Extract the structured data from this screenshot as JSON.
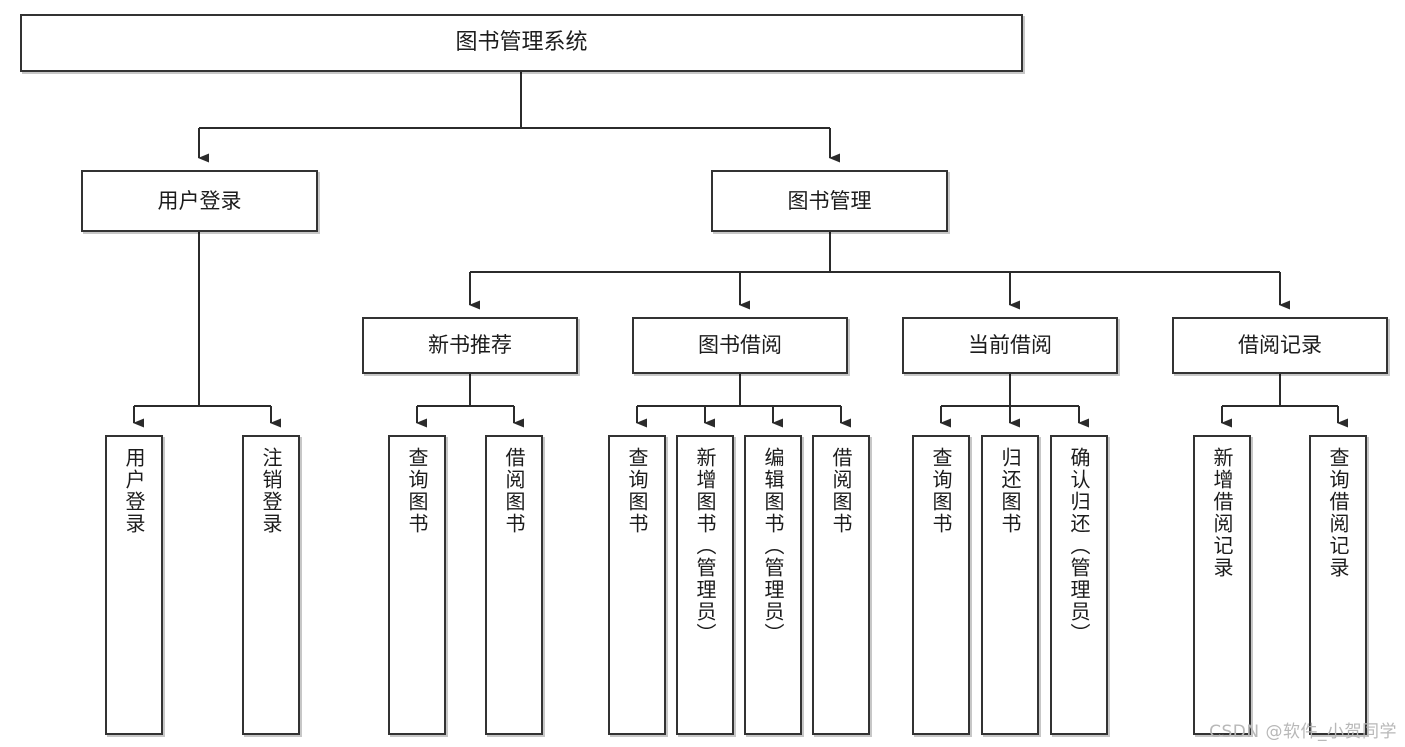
{
  "diagram": {
    "type": "tree-hierarchy",
    "title": "图书管理系统",
    "watermark": "CSDN @软件_小贺同学",
    "colors": {
      "box_border": "#333333",
      "box_fill": "#ffffff",
      "edge": "#2b2b2b",
      "text": "#1c1c1c",
      "watermark": "#b8b8b8"
    },
    "levels": {
      "root": {
        "label": "图书管理系统"
      },
      "level2": [
        {
          "id": "user-login",
          "label": "用户登录"
        },
        {
          "id": "book-manage",
          "label": "图书管理"
        }
      ],
      "level3": [
        {
          "id": "new-book-rec",
          "label": "新书推荐"
        },
        {
          "id": "book-borrow",
          "label": "图书借阅"
        },
        {
          "id": "current-borrow",
          "label": "当前借阅"
        },
        {
          "id": "borrow-record",
          "label": "借阅记录"
        }
      ],
      "leaves": [
        {
          "id": "leaf-user-login",
          "label": "用户登录",
          "parent": "user-login"
        },
        {
          "id": "leaf-logout",
          "label": "注销登录",
          "parent": "user-login"
        },
        {
          "id": "leaf-query-book-1",
          "label": "查询图书",
          "parent": "new-book-rec"
        },
        {
          "id": "leaf-borrow-book-1",
          "label": "借阅图书",
          "parent": "new-book-rec"
        },
        {
          "id": "leaf-query-book-2",
          "label": "查询图书",
          "parent": "book-borrow"
        },
        {
          "id": "leaf-add-book",
          "label": "新增图书（管理员）",
          "parent": "book-borrow"
        },
        {
          "id": "leaf-edit-book",
          "label": "编辑图书（管理员）",
          "parent": "book-borrow"
        },
        {
          "id": "leaf-borrow-book-2",
          "label": "借阅图书",
          "parent": "book-borrow"
        },
        {
          "id": "leaf-query-book-3",
          "label": "查询图书",
          "parent": "current-borrow"
        },
        {
          "id": "leaf-return-book",
          "label": "归还图书",
          "parent": "current-borrow"
        },
        {
          "id": "leaf-confirm-return",
          "label": "确认归还（管理员）",
          "parent": "current-borrow"
        },
        {
          "id": "leaf-add-record",
          "label": "新增借阅记录",
          "parent": "borrow-record"
        },
        {
          "id": "leaf-query-record",
          "label": "查询借阅记录",
          "parent": "borrow-record"
        }
      ]
    }
  }
}
